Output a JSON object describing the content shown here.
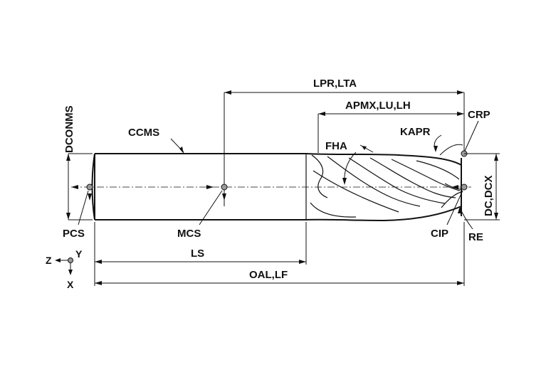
{
  "labels": {
    "dconms": "DCONMS",
    "ccms": "CCMS",
    "lpr_lta": "LPR,LTA",
    "apmx_lu_lh": "APMX,LU,LH",
    "crp": "CRP",
    "kapr": "KAPR",
    "fha": "FHA",
    "dc_dcx": "DC,DCX",
    "pcs": "PCS",
    "mcs": "MCS",
    "cip": "CIP",
    "re": "RE",
    "ls": "LS",
    "oal_lf": "OAL,LF",
    "axis_z": "Z",
    "axis_y": "Y",
    "axis_x": "X"
  },
  "colors": {
    "line": "#111111",
    "point": "#9a9a9a",
    "background": "#ffffff"
  }
}
